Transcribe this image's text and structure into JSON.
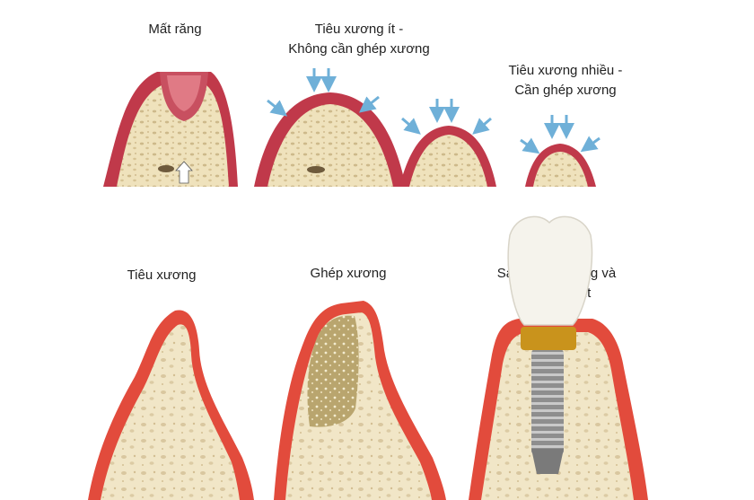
{
  "top_row": {
    "panel1": {
      "label": "Mất răng"
    },
    "panel2": {
      "label_line1": "Tiêu xương ít -",
      "label_line2": "Không cần ghép xương"
    },
    "panel3": {
      "label_line1": "Tiêu xương nhiều -",
      "label_line2": "Cần ghép xương"
    }
  },
  "bottom_row": {
    "panel1": {
      "label": "Tiêu xương"
    },
    "panel2": {
      "label": "Ghép xương"
    },
    "panel3": {
      "label_line1": "Sau ghép xương và",
      "label_line2": "cấy Implant"
    }
  },
  "colors": {
    "gum": "#c0394a",
    "gum_light": "#e24b3c",
    "bone": "#efe2bc",
    "bone_pores": "#cdb98a",
    "tooth_socket": "#c85060",
    "arrow": "#6fb0d8",
    "graft": "#c9b583",
    "implant_metal": "#9a9a9a",
    "abutment_gold": "#c9931c",
    "crown": "#f5f3ec"
  }
}
